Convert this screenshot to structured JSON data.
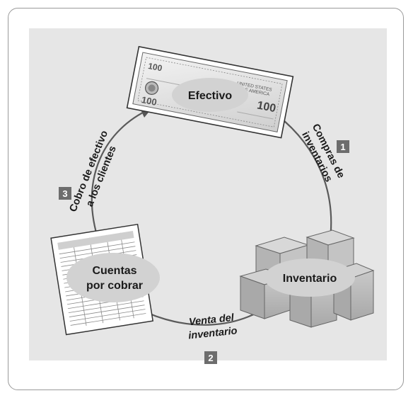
{
  "nodes": {
    "cash": "Efectivo",
    "inventory": "Inventario",
    "receivables_line1": "Cuentas",
    "receivables_line2": "por cobrar"
  },
  "flows": {
    "purchases": {
      "step": "1",
      "line1": "Compras de",
      "line2": "inventarios"
    },
    "sale": {
      "step": "2",
      "line1": "Venta del",
      "line2": "inventario"
    },
    "collection": {
      "step": "3",
      "line1": "Cobro de efectivo",
      "line2": "a los clientes"
    }
  },
  "banknote_text": {
    "value": "100",
    "header": "UNITED STATES",
    "subheader": "OF AMERICA"
  },
  "colors": {
    "panel": "#e6e6e6",
    "badge": "#6d6d6d",
    "label_ellipse": "#d2d2d2",
    "arrow": "#5a5a5a"
  }
}
